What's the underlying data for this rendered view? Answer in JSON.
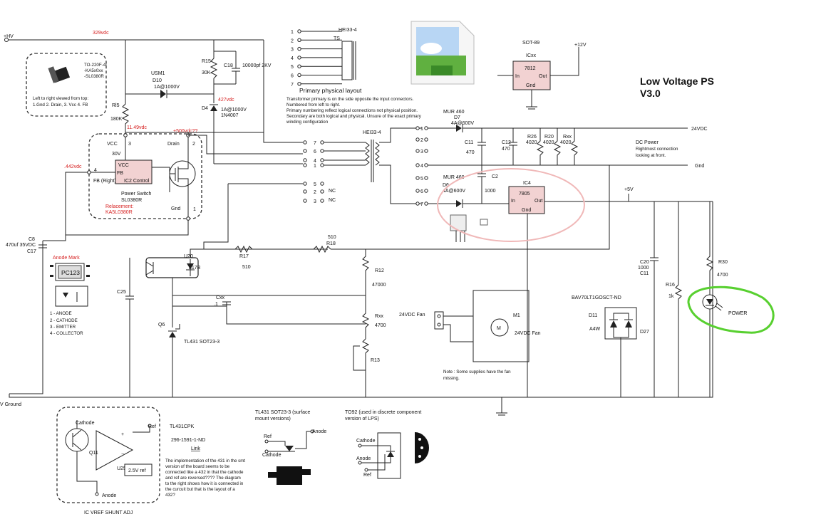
{
  "title": {
    "line1": "Low Voltage PS",
    "line2": "V3.0"
  },
  "rails": {
    "hv": "+HV",
    "hv_volt": "329vdc",
    "ground": "V Ground",
    "out24": "24VDC",
    "gnd": "Gnd",
    "p5": "+5V",
    "p12": "+12V",
    "dc_power": [
      "DC Power",
      "Rightmost connection",
      "looking at front."
    ]
  },
  "package_note": {
    "chip": [
      "TO-220F-4I",
      "-KA5x0xx",
      "-SL0380R"
    ],
    "lines": [
      "Left to right viewed from top:",
      "1.Gnd 2. Drain, 3. Vcc 4. FB"
    ]
  },
  "ic2": {
    "box_vcc": "VCC",
    "box_fb": "FB",
    "box_ctrl": "IC2 Control",
    "name1": "Power Switch",
    "name2": "SL0380R",
    "repl1": "Relacement:",
    "repl2": "KA5L0380R",
    "vcc": "VCC",
    "drain": "Drain",
    "gnd": "Gnd",
    "pin1": "1",
    "pin2": "2",
    "pin3": "3",
    "pin4": "4",
    "v30": "30V",
    "fb_right": "FB (Right)",
    "v_fb": ".442vdc",
    "v_drain": "+500vdc??",
    "v_vcc": "11.49vdc"
  },
  "components": {
    "usm1": "USM1",
    "d10": "D10",
    "d10v": "1A@1000V",
    "r15": "R15",
    "r15v": "30K",
    "c18": "C18",
    "c18v": "10000pf 2KV",
    "d4": "D4",
    "d4v1": "1A@1000V",
    "d4v2": "1N4007",
    "v427": "427vdc",
    "rl5": "Rl5",
    "rl5v": "180K",
    "c8": "C8",
    "c8v": "470uf 35VDC",
    "c17": "C17",
    "d7a": "MUR 460",
    "d7": "D7",
    "d7v": "4A@600V",
    "d6a": "MUR 460",
    "d6": "D6",
    "d6v": "4A@600V",
    "c11": "C11",
    "c11v": "470",
    "c12": "C12",
    "c12v": "470",
    "c2": "C2",
    "c2v": "1000",
    "r26": "R26",
    "r26v": "4020",
    "r20": "R20",
    "r20v": "4020",
    "rxx": "Rxx",
    "rxxv": "4020",
    "u20": "U20",
    "u20v": "817B",
    "r17": "R17",
    "r17v": "510",
    "r18": "R18",
    "r18v": "510",
    "r12": "R12",
    "r12v": "47000",
    "rxx2": "Rxx",
    "rxx2v": "4700",
    "r13": "R13",
    "cxx": "Cxx",
    "cxxv": ".1",
    "c25": "C25",
    "q6": "Q6",
    "q6v": "TL431 SOT23-3",
    "fan_conn": "24VDC Fan",
    "m1": "M1",
    "m1v": "24VDC Fan",
    "fan_note": [
      "Note : Some supplies have the fan",
      "missing."
    ],
    "c20": "C20",
    "c20v": "1000",
    "c11b": "C11",
    "r16": "R16",
    "r16v": "1k",
    "r30": "R30",
    "r30v": "4700",
    "d11pkg": "BAV70LT1GOSCT-ND",
    "d11": "D11",
    "a4w": "A4W",
    "d27": "D27",
    "power": "POWER"
  },
  "transformer": {
    "top_name": "HEI33-4",
    "ts": "TS",
    "pins": [
      "1",
      "2",
      "3",
      "4",
      "5",
      "6",
      "7"
    ],
    "caption": "Primary physical layout",
    "note": [
      "Transformer primary is on the side opposite the input connectors.",
      "Numbered from left to right.",
      "Primary numbering reflect logical connections not physical position.",
      "Secondary are both logical and physical. Unsure of the exact primary",
      "winding configuration"
    ],
    "mid_name": "HEI33-4",
    "nc1": "NC",
    "nc2": "NC",
    "left_pins": [
      "7",
      "6",
      "4",
      "1",
      "5",
      "2",
      "3"
    ],
    "right_pins": [
      "1",
      "2",
      "3",
      "4",
      "5",
      "6",
      "7"
    ]
  },
  "regs": {
    "sot89": "SOT-89",
    "icxx": "ICxx",
    "r7812": "7812",
    "in": "In",
    "out": "Out",
    "gnd": "Gnd",
    "ic4": "IC4",
    "r7805": "7805",
    "in2": "In",
    "out2": "Out",
    "gnd2": "Gnd"
  },
  "pc123": {
    "anode_mark": "Anode Mark",
    "name": "PC123",
    "pins": [
      "1 - ANODE",
      "2 - CATHODE",
      "3 - EMITTER",
      "4 - COLLECTOR"
    ]
  },
  "vref": {
    "cathode": "Cathode",
    "q11": "Q11",
    "u25": "U25",
    "ref": "Ref",
    "vref": "2.5V ref",
    "anode": "Anode",
    "caption": "IC VREF SHUNT ADJ"
  },
  "tl431": {
    "part": "TL431CPK",
    "dk": "296-1591-1-ND",
    "link": "Link",
    "note": [
      "The implementation of the 431 in the smt",
      "version of the board seems to be",
      "connected like a 432 in that the cathode",
      "and ref are reversed???? The diagram",
      "to the right shows how it is connected in",
      "the curcuit but that is the layout of a",
      "432?"
    ],
    "smt1": "TL431 SOT23-3 (surface",
    "smt2": "mount versions)",
    "ref": "Ref",
    "cathode": "Cathode",
    "anode": "Anode",
    "to92a": "TO92 (used in discrete component",
    "to92b": "version of LPS)",
    "cathode2": "Cathode",
    "anode2": "Anode",
    "ref2": "Ref"
  },
  "colors": {
    "circle_pink": "#f0b8b8",
    "circle_green": "#58d030",
    "ic_fill": "#f2d2d2",
    "voltage_red": "#d62020"
  }
}
